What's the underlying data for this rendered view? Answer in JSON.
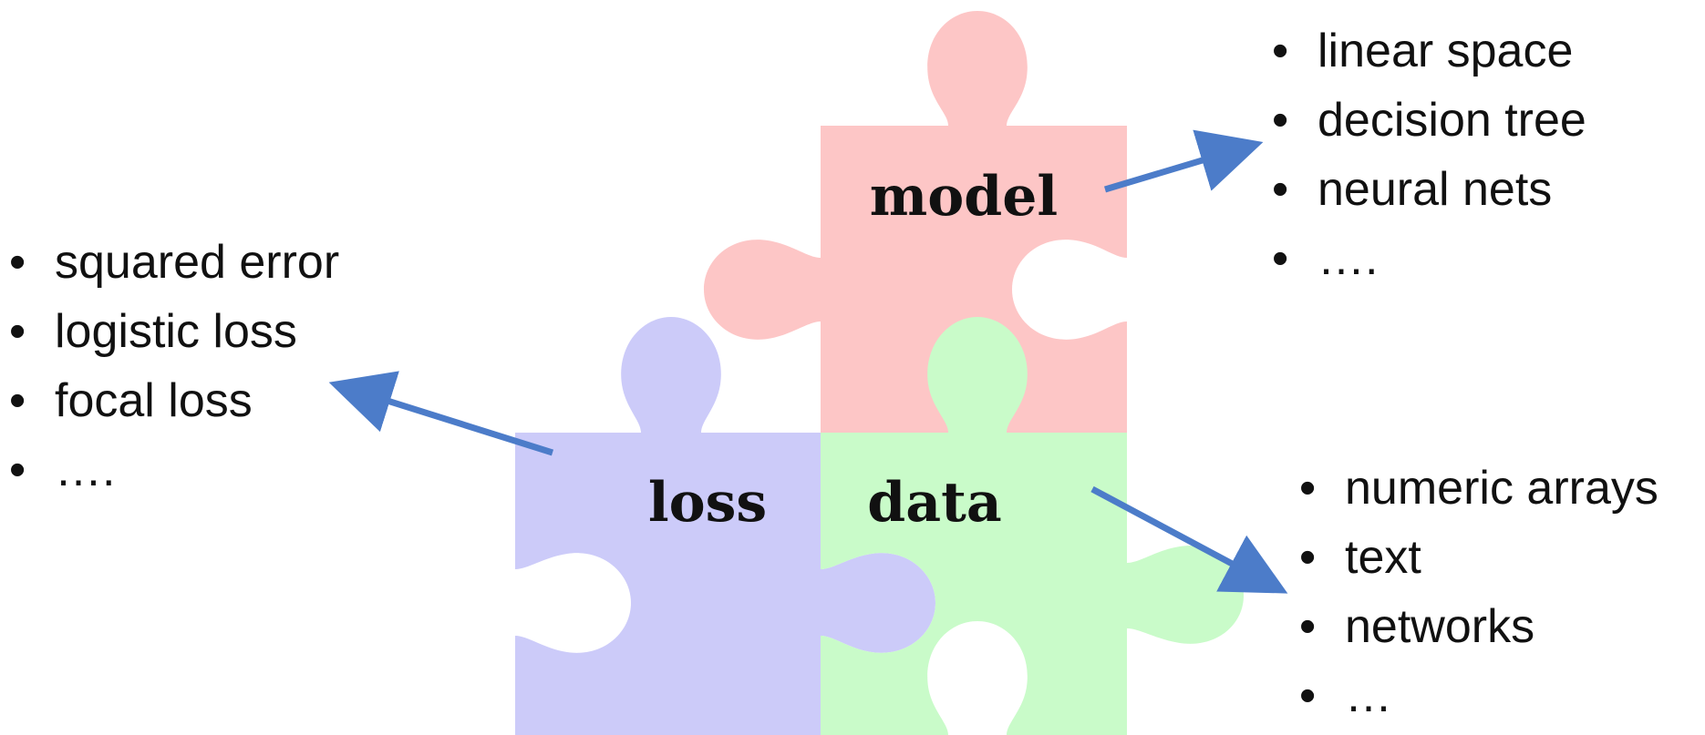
{
  "pieces": {
    "model": {
      "label": "model",
      "color": "#fdc6c6"
    },
    "loss": {
      "label": "loss",
      "color": "#cccbf9"
    },
    "data": {
      "label": "data",
      "color": "#c9fbc9"
    }
  },
  "arrow_color": "#4c7cc9",
  "lists": {
    "loss": [
      "squared error",
      "logistic loss",
      "focal loss",
      "…."
    ],
    "model": [
      "linear space",
      "decision tree",
      "neural nets",
      "…."
    ],
    "data": [
      "numeric arrays",
      "text",
      "networks",
      "…"
    ]
  }
}
